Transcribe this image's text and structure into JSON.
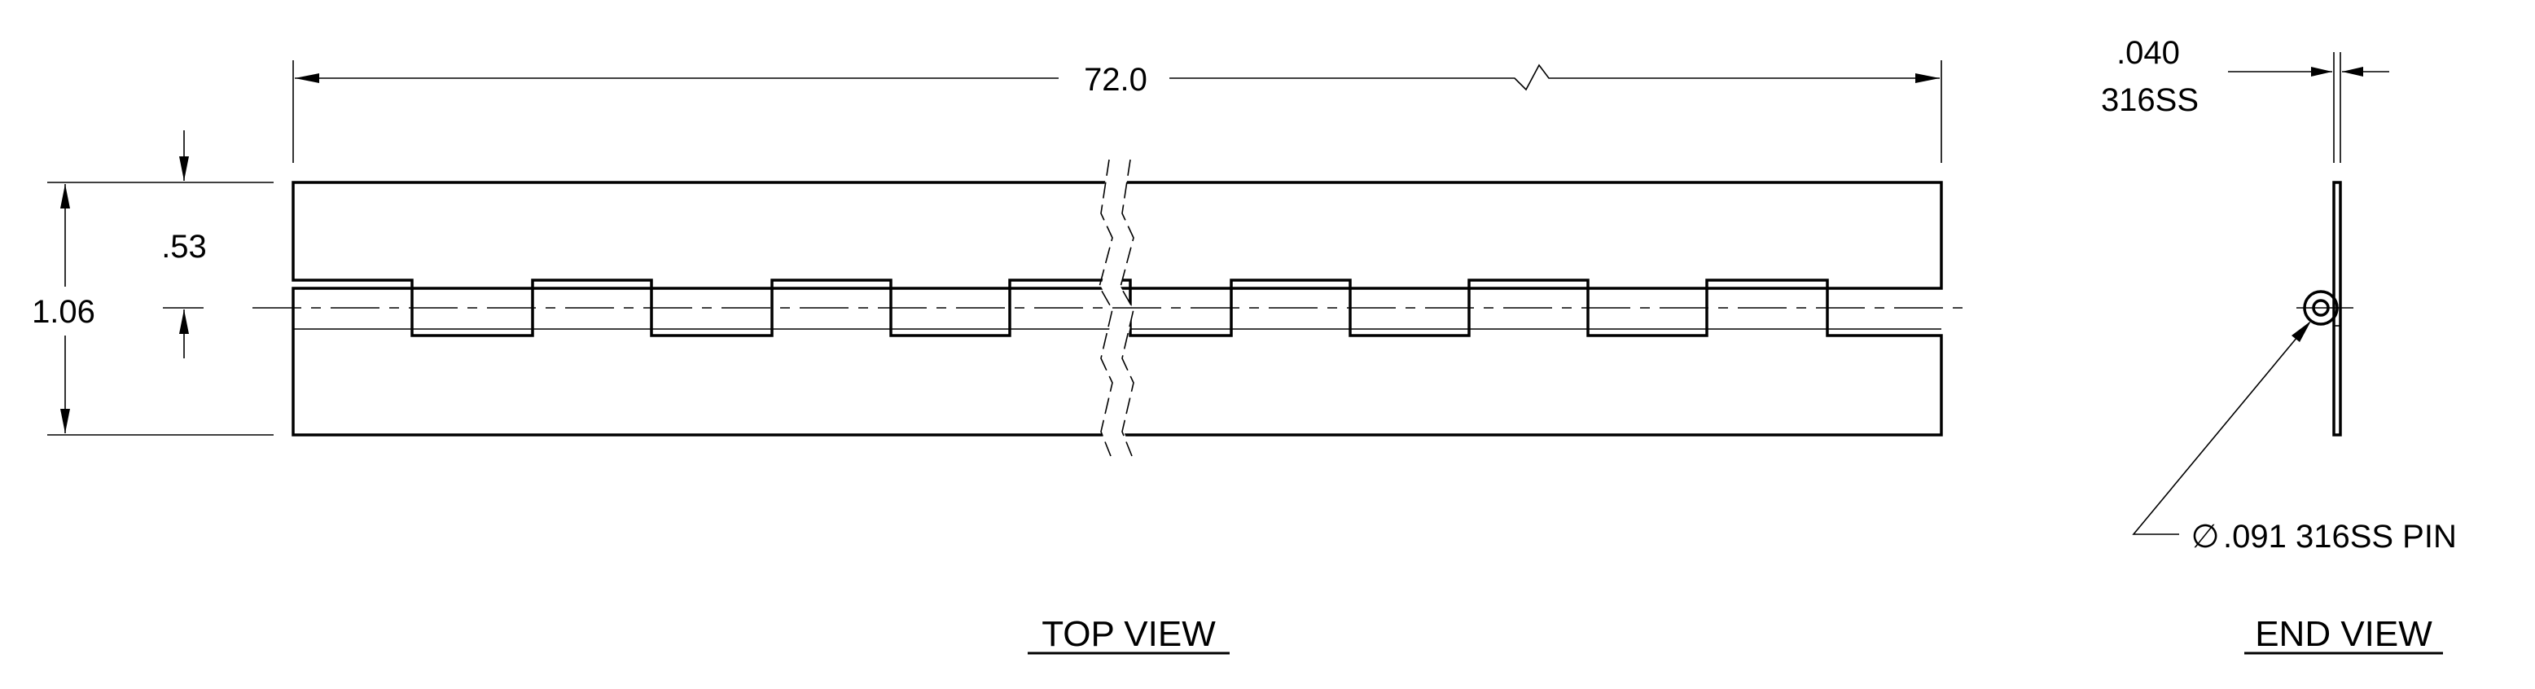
{
  "dimensions": {
    "length": "72.0",
    "width_total": "1.06",
    "width_half": ".53",
    "thickness": ".040",
    "material": "316SS",
    "pin_callout": ".091 316SS PIN",
    "diameter_symbol": "∅"
  },
  "views": {
    "top": "TOP VIEW",
    "end": "END VIEW"
  }
}
